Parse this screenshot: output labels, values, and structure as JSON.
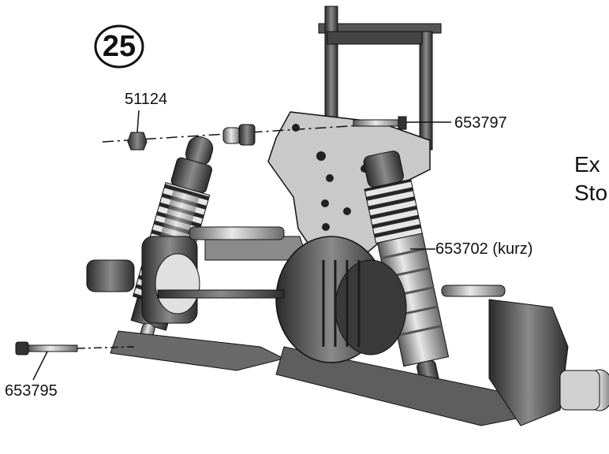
{
  "step": {
    "number": "25"
  },
  "labels": {
    "nut": "51124",
    "top_screw": "653797",
    "shock_short": "653702 (kurz)",
    "bottom_screw": "653795"
  },
  "side_text": {
    "line1": "Ex",
    "line2": "Sto"
  },
  "colors": {
    "ink": "#111111",
    "part_dark": "#3a3a3a",
    "part_mid": "#7d7d7d",
    "part_light": "#d8d8d8"
  }
}
